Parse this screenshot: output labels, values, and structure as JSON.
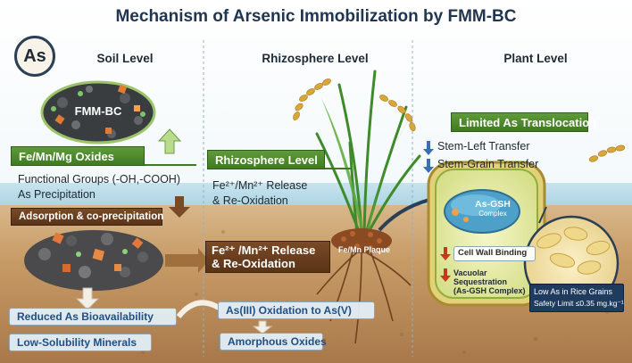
{
  "title": "Mechanism of Arsenic Immobilization by FMM-BC",
  "as_badge": "As",
  "columns": {
    "soil": "Soil Level",
    "rhizosphere": "Rhizosphere Level",
    "plant": "Plant Level"
  },
  "soil": {
    "fmm_bc": "FMM-BC",
    "oxides_banner": "Fe/Mn/Mg Oxides",
    "functional_groups": "Functional Groups (-OH,-COOH)",
    "as_precipitation": "As Precipitation",
    "adsorption_banner": "Adsorption & co-precipitation",
    "reduced_bioavailability": "Reduced As Bioavailability",
    "low_solubility": "Low-Solubility Minerals"
  },
  "rhizosphere": {
    "banner": "Rhizosphere Level",
    "release_line1": "Fe²⁺/Mn²⁺ Release",
    "release_line2": "& Re-Oxidation",
    "release_banner_line1": "Fe²⁺ /Mn²⁺  Release",
    "release_banner_line2": "& Re-Oxidation",
    "plaque": "Fe/Mn Plaque",
    "oxidation": "As(III) Oxidation to As(V)",
    "amorphous": "Amorphous Oxides"
  },
  "plant": {
    "banner": "Limited As Translocation",
    "stem_left": "Stem-Left Transfer",
    "stem_grain": "Stem-Grain Transfer",
    "as_gsh": "As-GSH",
    "complex": "Complex",
    "cell_wall": "Cell Wall Binding",
    "vacuolar_line1": "Vacuolar Sequestration",
    "vacuolar_line2": "(As-GSH Complex)",
    "grains_line1": "Low As in Rice Grains",
    "grains_line2": "Safety Limit ≤0.35 mg.kg⁻¹"
  }
}
